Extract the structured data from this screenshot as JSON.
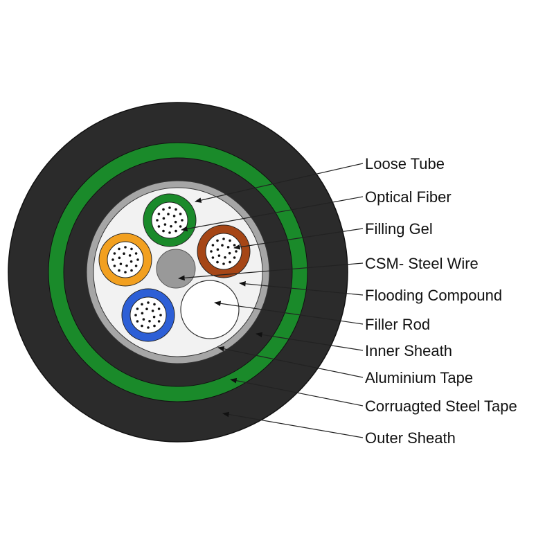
{
  "colors": {
    "outer_sheath": "#2b2b2b",
    "corrugated_steel_tape": "#1a8a2a",
    "inner_sheath": "#2b2b2b",
    "aluminium_tape": "#a6a6a6",
    "core_fill": "#f2f2f2",
    "steel_wire": "#999999",
    "filler_rod": "#ffffff",
    "tube_green": "#1a8a2a",
    "tube_brown": "#a64616",
    "tube_orange": "#f2a020",
    "tube_blue": "#2d5fd6"
  },
  "loose_tubes": [
    {
      "name": "green",
      "color": "#1a8a2a"
    },
    {
      "name": "brown",
      "color": "#a64616"
    },
    {
      "name": "orange",
      "color": "#f2a020"
    },
    {
      "name": "blue",
      "color": "#2d5fd6"
    }
  ],
  "labels": [
    {
      "id": "loose-tube",
      "text": "Loose Tube"
    },
    {
      "id": "optical-fiber",
      "text": "Optical Fiber"
    },
    {
      "id": "filling-gel",
      "text": "Filling Gel"
    },
    {
      "id": "csm-steel-wire",
      "text": "CSM- Steel Wire"
    },
    {
      "id": "flooding-compound",
      "text": "Flooding Compound"
    },
    {
      "id": "filler-rod",
      "text": "Filler Rod"
    },
    {
      "id": "inner-sheath",
      "text": "Inner Sheath"
    },
    {
      "id": "aluminium-tape",
      "text": "Aluminium Tape"
    },
    {
      "id": "corrugated-steel-tape",
      "text": "Corruagted Steel Tape"
    },
    {
      "id": "outer-sheath",
      "text": "Outer Sheath"
    }
  ]
}
